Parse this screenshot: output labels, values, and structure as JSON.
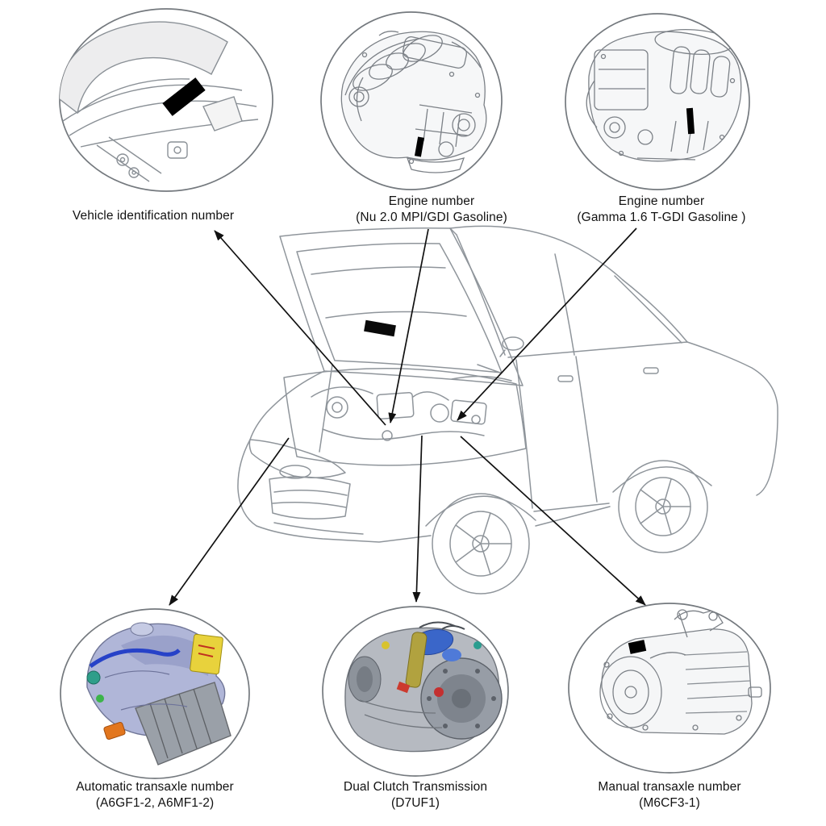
{
  "callouts": {
    "vin": {
      "title": "Vehicle identification number"
    },
    "engine_nu": {
      "title": "Engine number",
      "subtitle": "(Nu 2.0 MPI/GDI Gasoline)"
    },
    "engine_gamma": {
      "title": "Engine number",
      "subtitle": "(Gamma 1.6 T-GDI Gasoline )"
    },
    "auto_transaxle": {
      "title": "Automatic transaxle number",
      "subtitle": "(A6GF1-2, A6MF1-2)"
    },
    "dct": {
      "title": "Dual Clutch Transmission",
      "subtitle": "(D7UF1)"
    },
    "manual_transaxle": {
      "title": "Manual transaxle number",
      "subtitle": "(M6CF3-1)"
    }
  },
  "colors": {
    "arrow": "#111111",
    "circle_stroke": "#74797e",
    "car_line": "#8f959b",
    "marker_plate": "#000000"
  }
}
